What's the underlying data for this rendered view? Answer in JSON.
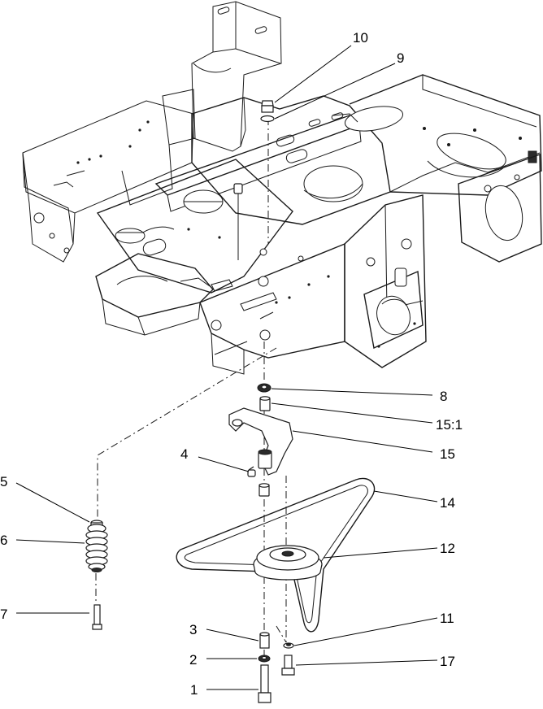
{
  "diagram": {
    "callouts": [
      {
        "id": "c10",
        "label": "10"
      },
      {
        "id": "c9",
        "label": "9"
      },
      {
        "id": "c8",
        "label": "8"
      },
      {
        "id": "c15-1",
        "label": "15:1"
      },
      {
        "id": "c15",
        "label": "15"
      },
      {
        "id": "c4",
        "label": "4"
      },
      {
        "id": "c14",
        "label": "14"
      },
      {
        "id": "c12",
        "label": "12"
      },
      {
        "id": "c5",
        "label": "5"
      },
      {
        "id": "c6",
        "label": "6"
      },
      {
        "id": "c7",
        "label": "7"
      },
      {
        "id": "c3",
        "label": "3"
      },
      {
        "id": "c11",
        "label": "11"
      },
      {
        "id": "c2",
        "label": "2"
      },
      {
        "id": "c17",
        "label": "17"
      },
      {
        "id": "c1",
        "label": "1"
      }
    ]
  }
}
